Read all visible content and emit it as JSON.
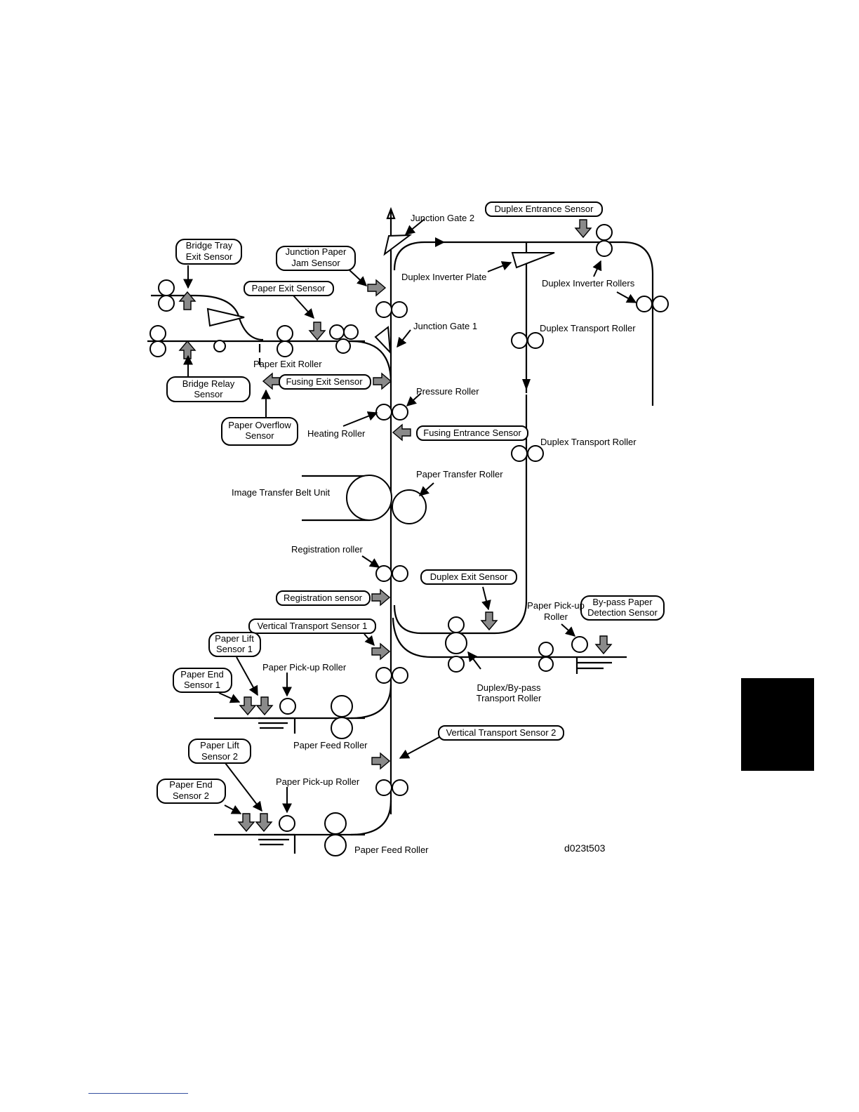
{
  "diagram": {
    "figure_id": "d023t503",
    "labels": {
      "bridge_tray_exit_sensor": [
        "Bridge Tray",
        "Exit Sensor"
      ],
      "junction_paper_jam_sensor": [
        "Junction Paper",
        "Jam Sensor"
      ],
      "paper_exit_sensor": "Paper Exit Sensor",
      "junction_gate_2": "Junction Gate 2",
      "duplex_entrance_sensor": "Duplex Entrance Sensor",
      "duplex_inverter_plate": "Duplex Inverter Plate",
      "duplex_inverter_rollers": "Duplex Inverter Rollers",
      "junction_gate_1": "Junction Gate 1",
      "duplex_transport_roller_1": "Duplex Transport Roller",
      "paper_exit_roller": "Paper Exit Roller",
      "fusing_exit_sensor": "Fusing Exit Sensor",
      "bridge_relay_sensor": [
        "Bridge Relay",
        "Sensor"
      ],
      "pressure_roller": "Pressure Roller",
      "paper_overflow_sensor": [
        "Paper Overflow",
        "Sensor"
      ],
      "heating_roller": "Heating Roller",
      "fusing_entrance_sensor": "Fusing Entrance Sensor",
      "duplex_transport_roller_2": "Duplex Transport Roller",
      "paper_transfer_roller": "Paper Transfer Roller",
      "image_transfer_belt_unit": "Image Transfer Belt Unit",
      "registration_roller": "Registration roller",
      "duplex_exit_sensor": "Duplex Exit Sensor",
      "registration_sensor": "Registration sensor",
      "paper_pickup_roller_bypass": [
        "Paper Pick-up",
        "Roller"
      ],
      "bypass_paper_detection_sensor": [
        "By-pass Paper",
        "Detection Sensor"
      ],
      "vertical_transport_sensor_1": "Vertical Transport Sensor 1",
      "paper_lift_sensor_1": [
        "Paper Lift",
        "Sensor 1"
      ],
      "paper_pickup_roller_1": "Paper Pick-up Roller",
      "paper_end_sensor_1": [
        "Paper End",
        "Sensor 1"
      ],
      "duplex_bypass_transport_roller": [
        "Duplex/By-pass",
        "Transport Roller"
      ],
      "paper_feed_roller_1": "Paper Feed Roller",
      "vertical_transport_sensor_2": "Vertical Transport Sensor 2",
      "paper_lift_sensor_2": [
        "Paper Lift",
        "Sensor 2"
      ],
      "paper_pickup_roller_2": "Paper Pick-up Roller",
      "paper_end_sensor_2": [
        "Paper End",
        "Sensor 2"
      ],
      "paper_feed_roller_2": "Paper Feed Roller"
    }
  }
}
